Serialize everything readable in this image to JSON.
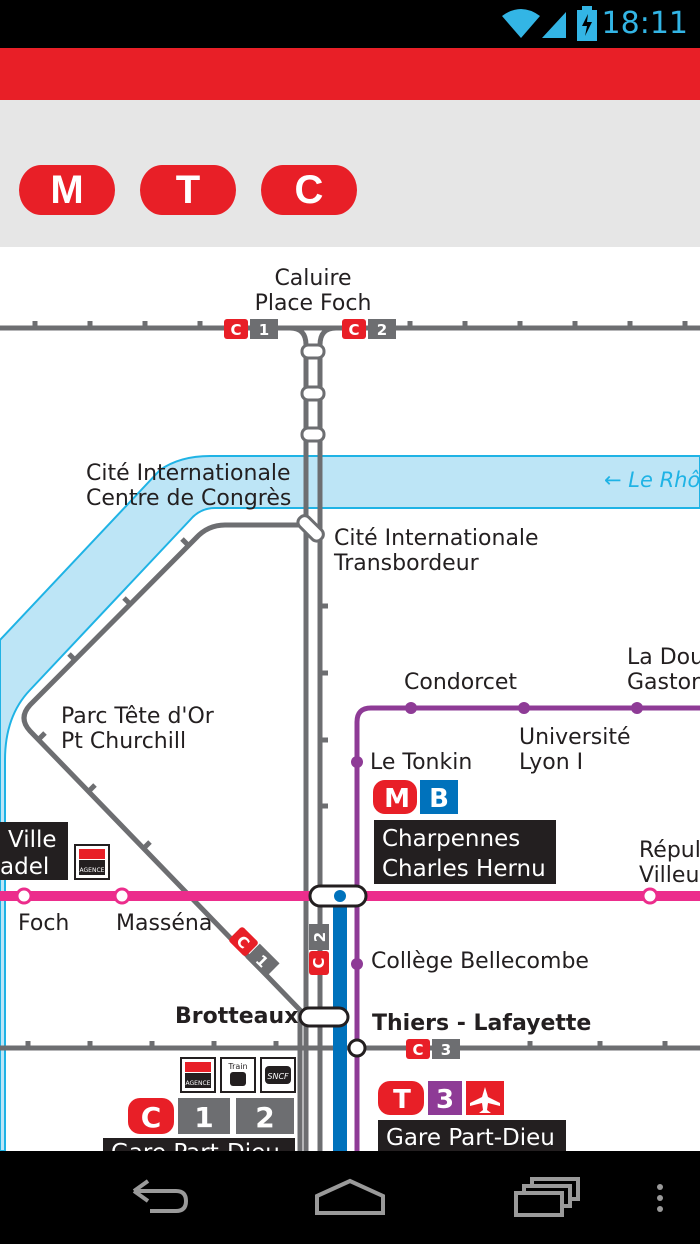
{
  "status_bar": {
    "time": "18:11",
    "icons": [
      "wifi-icon",
      "signal-icon",
      "battery-charging-icon"
    ]
  },
  "filter": {
    "buttons": [
      {
        "label": "M",
        "name": "metro"
      },
      {
        "label": "T",
        "name": "tram"
      },
      {
        "label": "C",
        "name": "bus-c"
      }
    ]
  },
  "map": {
    "stations": {
      "caluire": [
        "Caluire",
        "Place Foch"
      ],
      "cite_congres": [
        "Cité Internationale",
        "Centre de Congrès"
      ],
      "cite_transbordeur": [
        "Cité Internationale",
        "Transbordeur"
      ],
      "parc": [
        "Parc Tête d'Or",
        "Pt Churchill"
      ],
      "condorcet": "Condorcet",
      "la_doua": [
        "La Dou",
        "Gaston"
      ],
      "universite": [
        "Université",
        "Lyon I"
      ],
      "le_tonkin": "Le Tonkin",
      "charpennes": [
        "Charpennes",
        "Charles Hernu"
      ],
      "republique": [
        "Répul",
        "Villeu"
      ],
      "ville": [
        "Ville",
        "adel"
      ],
      "foch": "Foch",
      "massena": "Masséna",
      "college": "Collège Bellecombe",
      "brotteaux": "Brotteaux",
      "thiers": "Thiers - Lafayette",
      "gare_partdieu_tram": "Gare Part-Dieu",
      "gare_partdieu_bus": "Gare Part-Dieu"
    },
    "river_label": "← Le Rhô",
    "line_badges": {
      "c": "C",
      "n1": "1",
      "n2": "2",
      "n3": "3",
      "m": "M",
      "b": "B",
      "t": "T"
    },
    "service_icons": {
      "agence": "AGENCE",
      "train": "Train",
      "sncf": "SNCF"
    },
    "colors": {
      "bus_line": "#6d6e71",
      "metro_a": "#ec2d8c",
      "metro_b": "#0072bc",
      "tram": "#8e3b96",
      "river": "#bde5f6",
      "river_edge": "#1fb3e5",
      "brand_red": "#e81f27"
    }
  }
}
